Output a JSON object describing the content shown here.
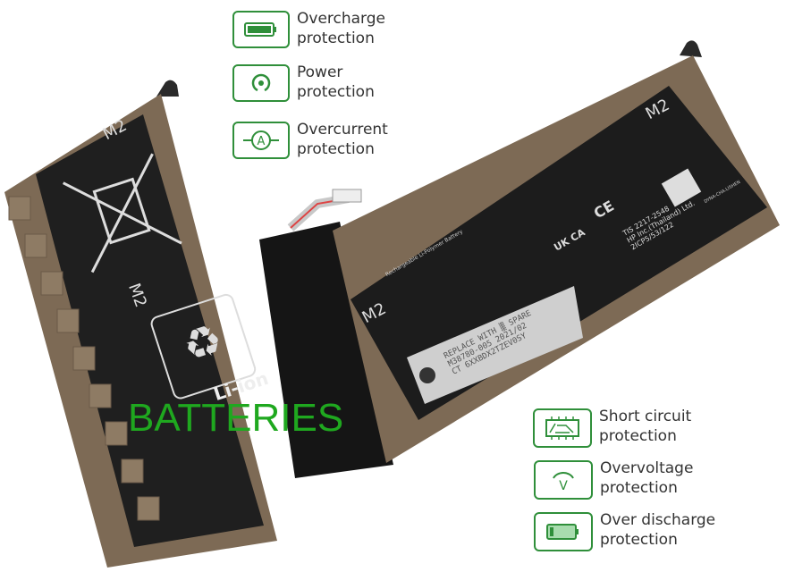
{
  "features_top": [
    {
      "icon": "battery-full-icon",
      "line1": "Overcharge",
      "line2": "protection"
    },
    {
      "icon": "power-icon",
      "line1": "Power",
      "line2": "protection"
    },
    {
      "icon": "ammeter-icon",
      "line1": "Overcurrent",
      "line2": "protection"
    }
  ],
  "features_bottom": [
    {
      "icon": "circuit-board-icon",
      "line1": "Short circuit",
      "line2": "protection"
    },
    {
      "icon": "voltmeter-icon",
      "line1": "Overvoltage",
      "line2": "protection"
    },
    {
      "icon": "battery-low-icon",
      "line1": "Over discharge",
      "line2": "protection"
    }
  ],
  "battery": {
    "m2_label": "M2",
    "li_ion_label": "Li-ion",
    "sticker_line1": "REPLACE WITH ▒ SPARE",
    "sticker_line2": "M38780-005    2021/02",
    "sticker_line3": "CT 6XXBDX2TZEV0SY",
    "label_title": "Rechargeable Li-Polymer Battery",
    "tis": "TIS 2217-2548",
    "maker": "HP Inc.(Thailand) Ltd.",
    "cell": "2ICP5/53/122",
    "ukca": "UK CA",
    "ce": "CE",
    "model_code": "DYNA-CHA.LISHEN"
  },
  "watermark": "BATTERIES",
  "colors": {
    "accent": "#2f8f3a",
    "brand": "#1fa81f",
    "frame": "#7d6a55",
    "label": "#1c1c1c"
  }
}
